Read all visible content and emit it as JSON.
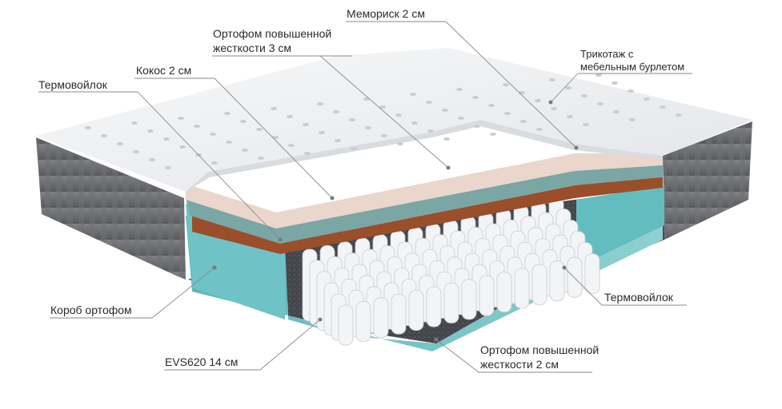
{
  "labels": {
    "memory_foam": "Мемориск 2 см",
    "orthofoam_top_line1": "Ортофом повышенной",
    "orthofoam_top_line2": "жесткости 3 см",
    "coconut": "Кокос 2 см",
    "thermofelt_top": "Термовойлок",
    "knit_line1": "Трикотаж с",
    "knit_line2": "мебельным бурлетом",
    "box": "Короб ортофом",
    "springs": "EVS620 14 см",
    "thermofelt_bottom": "Термовойлок",
    "orthofoam_bottom_line1": "Ортофом повышенной",
    "orthofoam_bottom_line2": "жесткости 2 см"
  },
  "colors": {
    "cover_top": "#eef0f2",
    "cover_side": "#6b6d70",
    "memory_foam": "#e9d4c8",
    "orthofoam": "#7aa6a6",
    "coconut": "#9a4e2a",
    "box_foam": "#6fbfc2",
    "felt": "#4a4b50",
    "springs": "#f3f4f6"
  }
}
